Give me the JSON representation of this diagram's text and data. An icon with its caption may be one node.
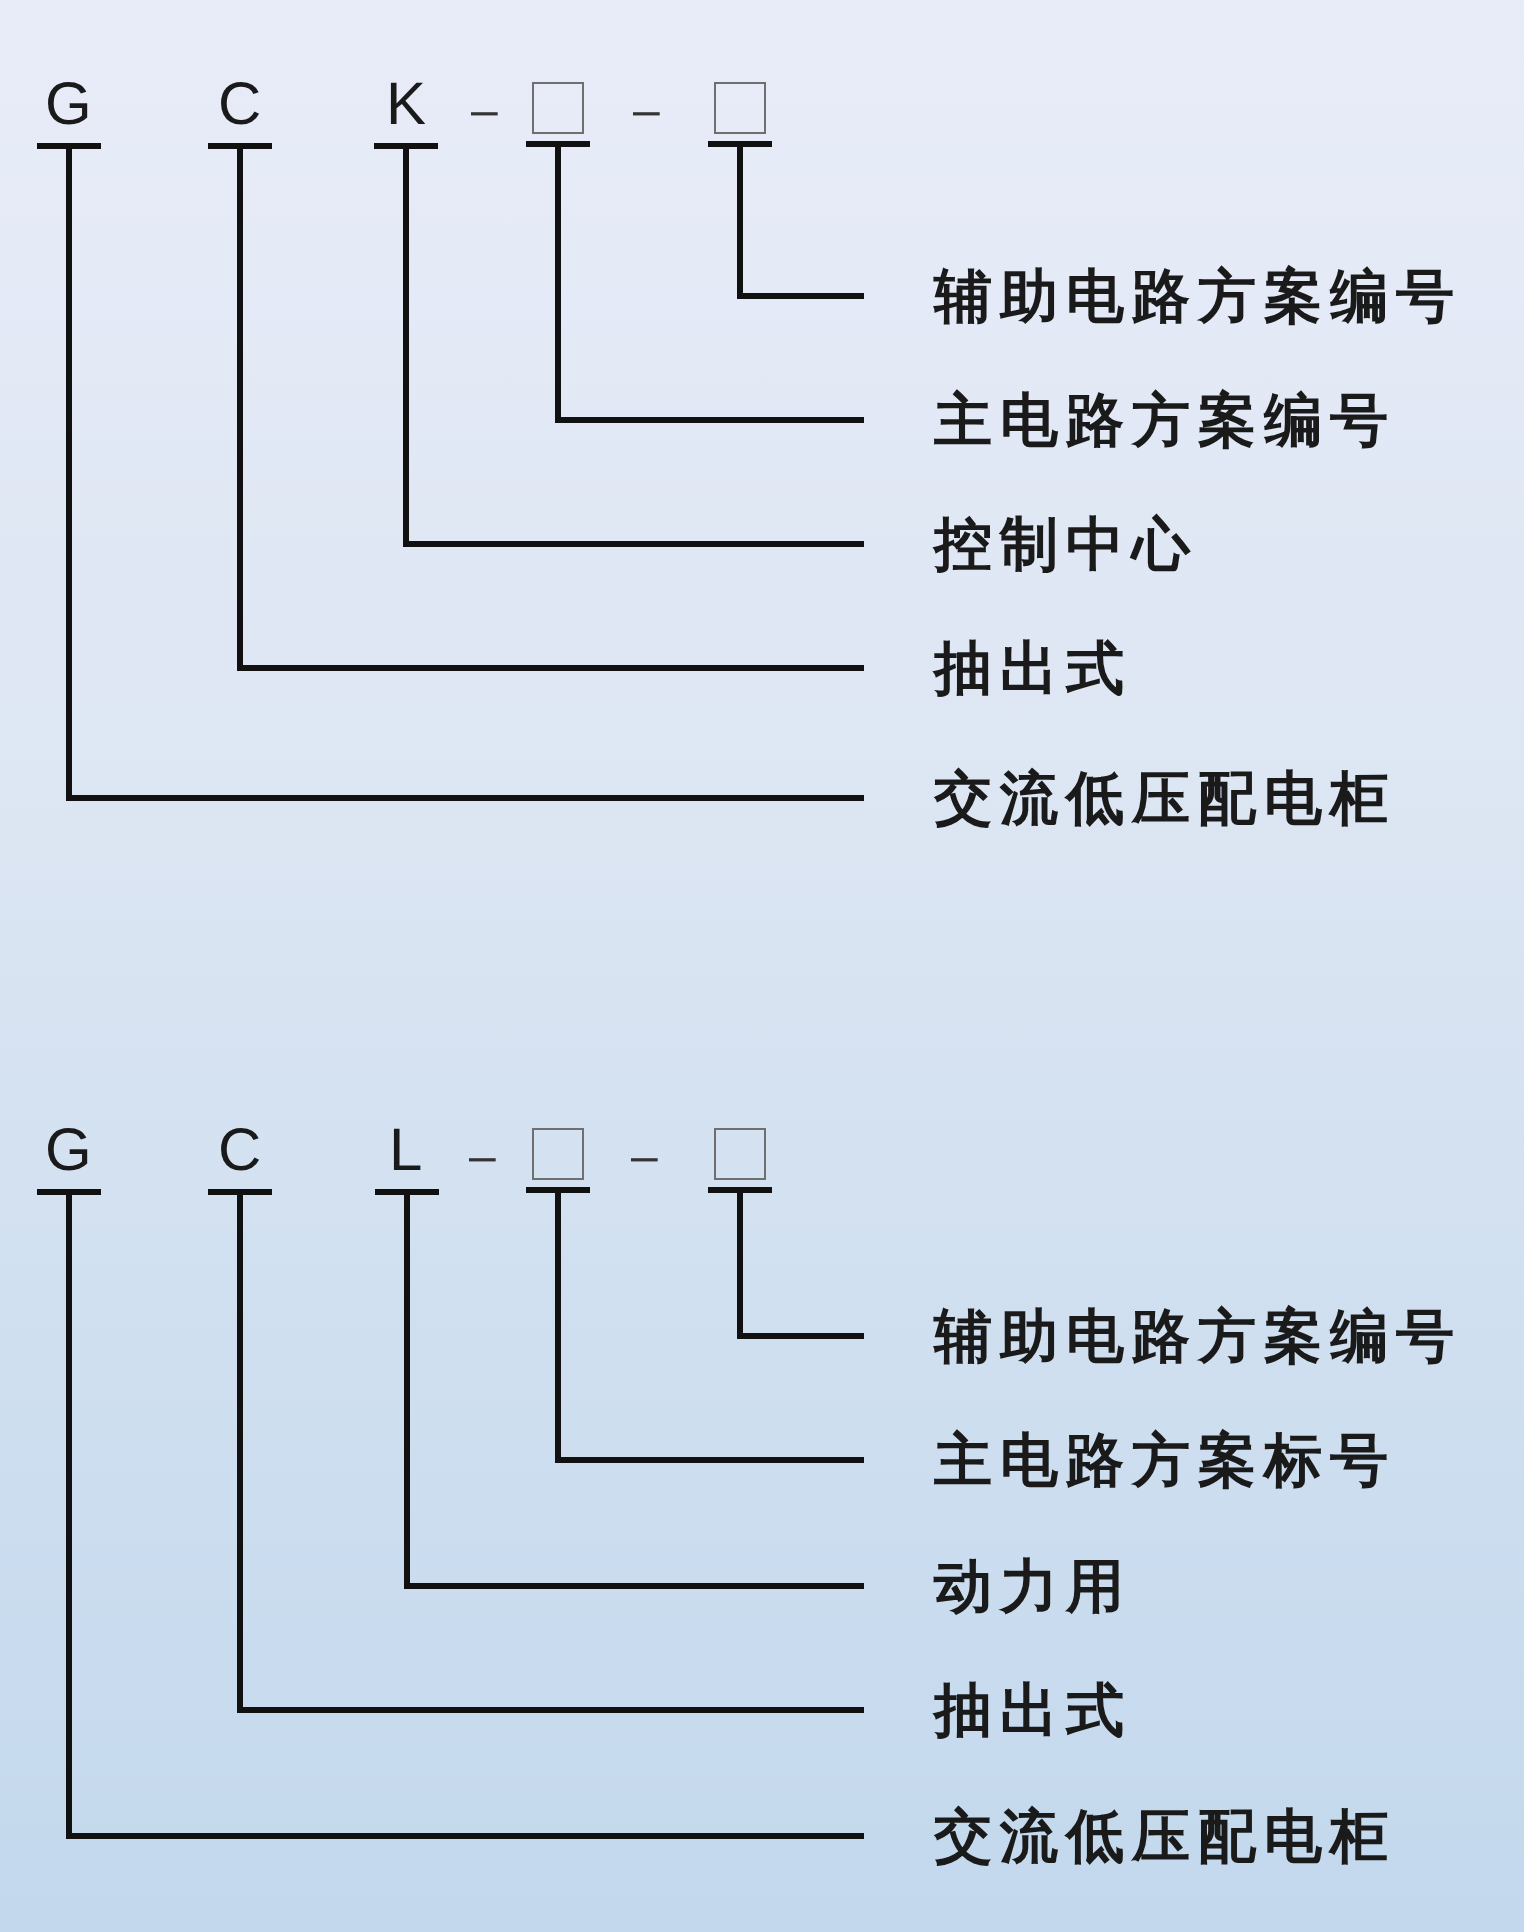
{
  "diagram": {
    "nodes": [
      {
        "text": [
          "G"
        ]
      },
      {
        "text": [
          "C"
        ]
      },
      {
        "text": [
          "K"
        ]
      },
      {
        "text": [],
        "shape": "box"
      },
      {
        "text": [],
        "shape": "box"
      },
      {
        "text": [
          "辅助电路方案编号"
        ]
      },
      {
        "text": [
          "主电路方案编号"
        ]
      },
      {
        "text": [
          "控制中心"
        ]
      },
      {
        "text": [
          "抽出式"
        ]
      },
      {
        "text": [
          "交流低压配电柜"
        ]
      },
      {
        "text": [
          "G"
        ]
      },
      {
        "text": [
          "C"
        ]
      },
      {
        "text": [
          "L"
        ]
      },
      {
        "text": [],
        "shape": "box"
      },
      {
        "text": [],
        "shape": "box"
      },
      {
        "text": [
          "辅助电路方案编号"
        ]
      },
      {
        "text": [
          "主电路方案标号"
        ]
      },
      {
        "text": [
          "动力用"
        ]
      },
      {
        "text": [
          "抽出式"
        ]
      },
      {
        "text": [
          "交流低压配电柜"
        ]
      }
    ],
    "edges": [
      {
        "from": 4,
        "to": 5,
        "arrow": "none"
      },
      {
        "from": 3,
        "to": 6,
        "arrow": "none"
      },
      {
        "from": 2,
        "to": 7,
        "arrow": "none"
      },
      {
        "from": 1,
        "to": 8,
        "arrow": "none"
      },
      {
        "from": 0,
        "to": 9,
        "arrow": "none"
      },
      {
        "from": 14,
        "to": 15,
        "arrow": "none"
      },
      {
        "from": 13,
        "to": 16,
        "arrow": "none"
      },
      {
        "from": 12,
        "to": 17,
        "arrow": "none"
      },
      {
        "from": 11,
        "to": 18,
        "arrow": "none"
      },
      {
        "from": 10,
        "to": 19,
        "arrow": "none"
      }
    ],
    "labels": [
      "–",
      "–",
      "–",
      "–"
    ]
  }
}
